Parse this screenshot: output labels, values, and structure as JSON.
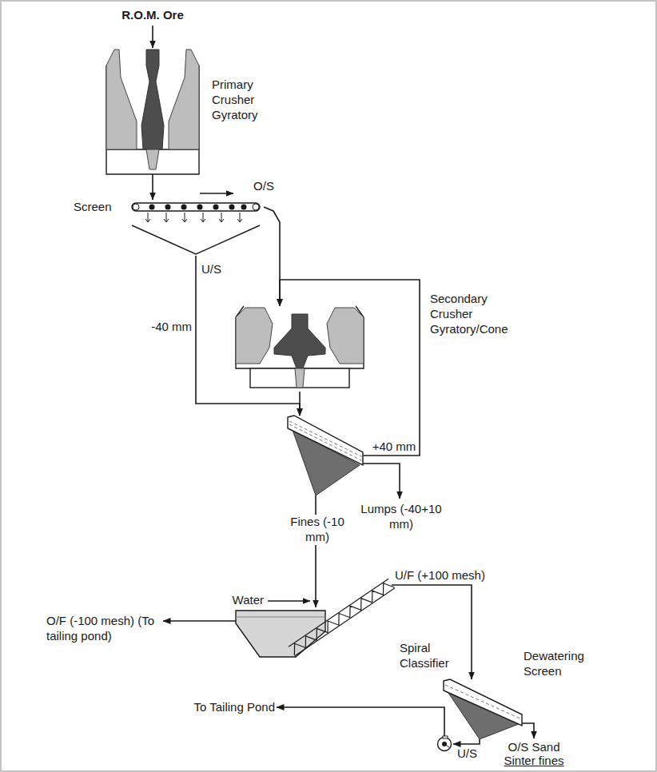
{
  "diagram": {
    "nodes": [
      {
        "text": [
          "Primary Crusher Gyratory"
        ]
      },
      {
        "text": [
          "Screen"
        ]
      },
      {
        "text": [
          "Secondary Crusher Gyratory/Cone"
        ]
      },
      {
        "text": []
      },
      {
        "text": [
          "Spiral Classifier"
        ]
      },
      {
        "text": [
          "Dewatering Screen"
        ]
      },
      {
        "text": []
      }
    ],
    "edges": [
      {
        "from": 0,
        "to": 1,
        "arrow": "to"
      },
      {
        "from": 1,
        "to": 2,
        "label": "O/S",
        "arrow": "to"
      },
      {
        "from": 1,
        "to": 3,
        "label": "-40 mm",
        "arrow": "to"
      },
      {
        "from": 2,
        "to": 3,
        "arrow": "to"
      },
      {
        "from": 3,
        "to": 2,
        "label": "+40 mm",
        "arrow": "to"
      },
      {
        "from": 3,
        "to": 4,
        "label": "Fines (-10 mm)",
        "arrow": "to"
      },
      {
        "from": 4,
        "to": 5,
        "label": "U/F (+100 mesh)",
        "arrow": "to"
      },
      {
        "from": 5,
        "to": 6,
        "label": "U/S",
        "arrow": "to"
      }
    ],
    "labels": [
      "R.O.M. Ore",
      "U/S",
      "Lumps (-40+10 mm)",
      "Water",
      "O/F (-100 mesh) (To tailing pond)",
      "To Tailing Pond",
      "O/S Sand",
      "Sinter fines"
    ]
  }
}
